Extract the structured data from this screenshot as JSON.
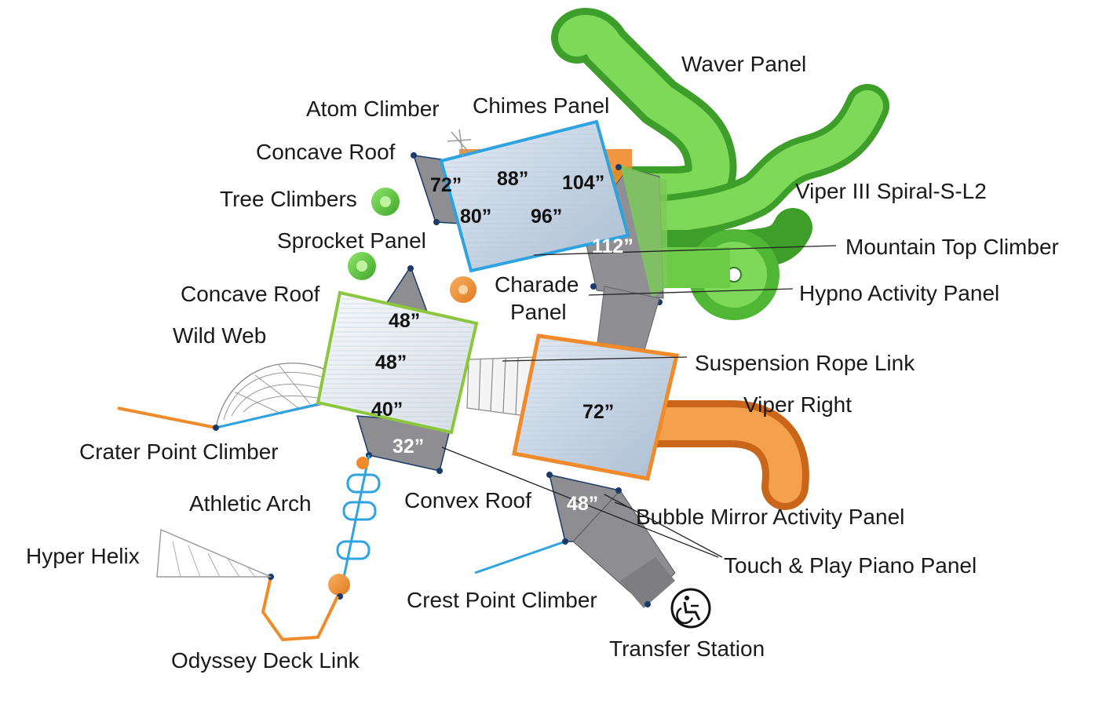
{
  "labels": {
    "waver_panel": "Waver Panel",
    "atom_climber": "Atom Climber",
    "chimes_panel": "Chimes Panel",
    "concave_roof_top": "Concave Roof",
    "viper_iii_spiral": "Viper III Spiral-S-L2",
    "tree_climbers": "Tree Climbers",
    "sprocket_panel": "Sprocket Panel",
    "mountain_top_climber": "Mountain Top Climber",
    "charade_panel_line1": "Charade",
    "charade_panel_line2": "Panel",
    "hypno_activity_panel": "Hypno Activity Panel",
    "concave_roof_mid": "Concave Roof",
    "wild_web": "Wild Web",
    "suspension_rope_link": "Suspension Rope Link",
    "viper_right": "Viper Right",
    "crater_point_climber": "Crater Point Climber",
    "athletic_arch": "Athletic Arch",
    "convex_roof": "Convex Roof",
    "bubble_mirror_activity_panel": "Bubble Mirror Activity Panel",
    "hyper_helix": "Hyper Helix",
    "touch_play_piano_panel": "Touch & Play Piano Panel",
    "crest_point_climber": "Crest Point Climber",
    "odyssey_deck_link": "Odyssey Deck Link",
    "transfer_station": "Transfer Station"
  },
  "heights": {
    "h72_top_left": "72”",
    "h88": "88”",
    "h104": "104”",
    "h80": "80”",
    "h96": "96”",
    "h112": "112”",
    "h48_top": "48”",
    "h48_mid": "48”",
    "h40": "40”",
    "h32": "32”",
    "h72_right": "72”",
    "h48_bottom": "48”"
  },
  "icons": {
    "accessibility": "accessible-icon"
  },
  "colors": {
    "green_slide": "#5cc43a",
    "orange_slide": "#f0953a",
    "blue_deck": "#2ea3e0",
    "green_deck": "#8cc63f",
    "orange_deck": "#f08a2a",
    "gray_deck": "#8e8e92"
  }
}
